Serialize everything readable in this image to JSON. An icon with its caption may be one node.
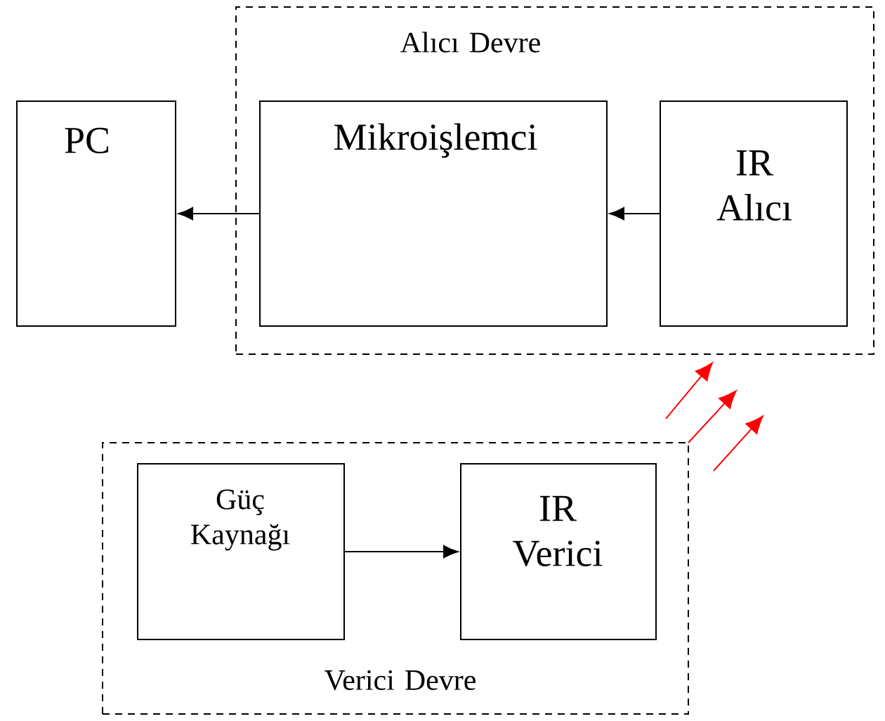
{
  "diagram": {
    "nodes": [
      {
        "text": [
          "Alıcı Devre"
        ]
      },
      {
        "text": [
          "PC"
        ]
      },
      {
        "text": [
          "Mikroişlemci"
        ],
        "in": 0
      },
      {
        "text": [
          "IR Alıcı"
        ],
        "in": 0
      },
      {
        "text": [
          "Verici Devre"
        ]
      },
      {
        "text": [
          "Güç Kaynağı"
        ],
        "in": 4
      },
      {
        "text": [
          "IR Verici"
        ],
        "in": 4
      }
    ],
    "edges": [
      {
        "from": 2,
        "to": 1,
        "arrow": "to"
      },
      {
        "from": 3,
        "to": 2,
        "arrow": "to"
      },
      {
        "from": 5,
        "to": 6,
        "arrow": "to"
      }
    ]
  }
}
